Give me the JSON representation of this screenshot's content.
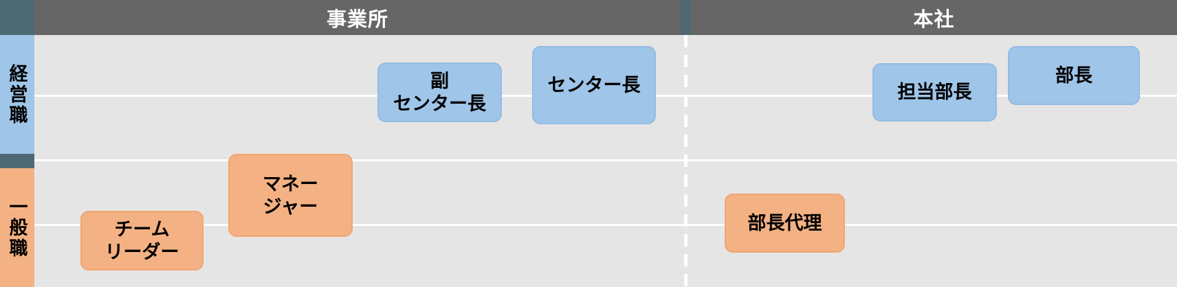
{
  "diagram": {
    "type": "career-ladder-grid",
    "columns": [
      {
        "id": "jigyosho",
        "label": "事業所"
      },
      {
        "id": "honsha",
        "label": "本社"
      }
    ],
    "rows": [
      {
        "id": "management",
        "label": "経営職"
      },
      {
        "id": "general",
        "label": "一般職"
      }
    ],
    "positions": [
      {
        "id": "fuku-center-cho",
        "label": "副\nセンター長",
        "row": "経営職",
        "column": "事業所",
        "color": "#9fc5e8"
      },
      {
        "id": "center-cho",
        "label": "センター長",
        "row": "経営職",
        "column": "事業所",
        "color": "#9fc5e8"
      },
      {
        "id": "tanto-bucho",
        "label": "担当部長",
        "row": "経営職",
        "column": "本社",
        "color": "#9fc5e8"
      },
      {
        "id": "bucho",
        "label": "部長",
        "row": "経営職",
        "column": "本社",
        "color": "#9fc5e8"
      },
      {
        "id": "team-leader",
        "label": "チーム\nリーダー",
        "row": "一般職",
        "column": "事業所",
        "color": "#f4b183"
      },
      {
        "id": "manager",
        "label": "マネー\nジャー",
        "row": "一般職",
        "column": "事業所",
        "color": "#f4b183"
      },
      {
        "id": "bucho-dairi",
        "label": "部長代理",
        "row": "一般職",
        "column": "本社",
        "color": "#f4b183"
      }
    ],
    "colors": {
      "header_bg": "#666666",
      "divider_teal": "#4d6a74",
      "management_blue": "#9fc5e8",
      "general_orange": "#f4b183",
      "background": "#e6e5e5",
      "gridline": "#ffffff",
      "header_text": "#ffffff",
      "label_text": "#000000"
    }
  }
}
